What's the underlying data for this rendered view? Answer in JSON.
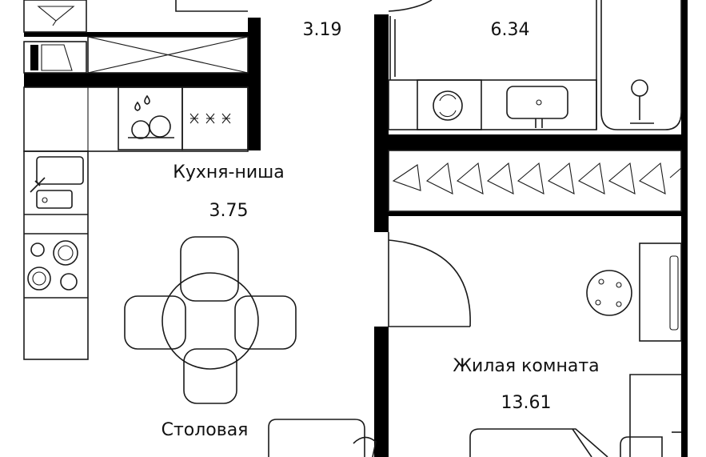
{
  "plan": {
    "rooms": [
      {
        "id": "hall",
        "name": "",
        "area": "3.19"
      },
      {
        "id": "bathroom",
        "name": "",
        "area": "6.34"
      },
      {
        "id": "kitchen",
        "name": "Кухня-ниша",
        "area": "3.75"
      },
      {
        "id": "living",
        "name": "Жилая комната",
        "area": "13.61"
      },
      {
        "id": "dining",
        "name": "Столовая",
        "area": ""
      }
    ],
    "colors": {
      "wall": "#000000",
      "line": "#1a1a1a",
      "background": "#ffffff"
    },
    "icons": [
      "dishwasher-icon",
      "washing-machine-icon",
      "stove-icon",
      "sink-icon",
      "bathtub-icon",
      "hanger-icon",
      "round-table-icon",
      "chair-icon"
    ]
  }
}
